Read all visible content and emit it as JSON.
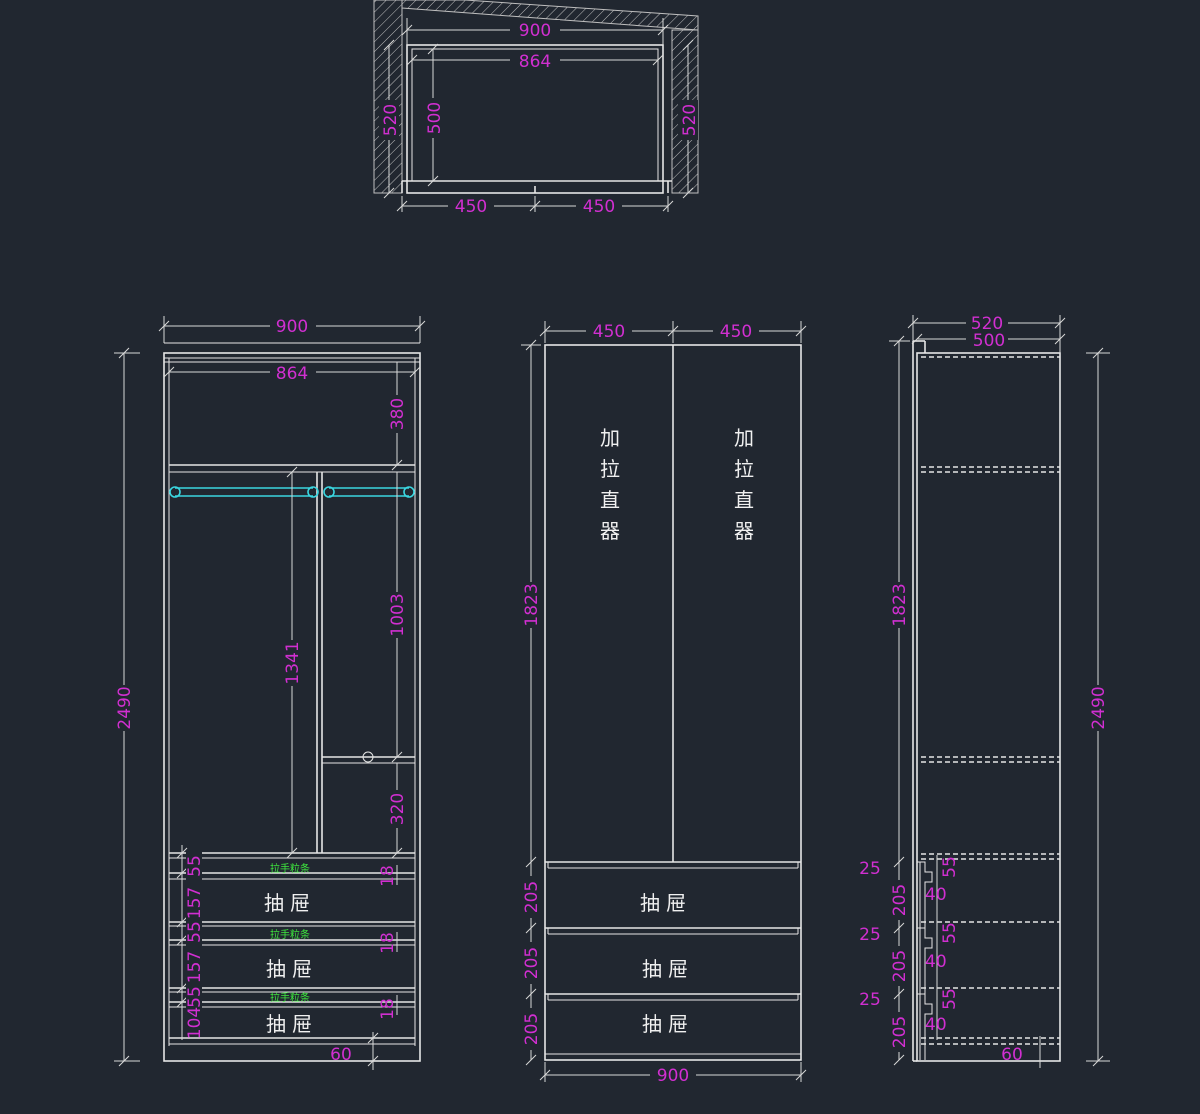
{
  "plan": {
    "overall_width": "900",
    "inner_width": "864",
    "depth_left": "520",
    "inner_depth": "500",
    "depth_right": "520",
    "door_left": "450",
    "door_right": "450"
  },
  "interior": {
    "overall_width": "900",
    "inner_width": "864",
    "total_height": "2490",
    "top_compartment": "380",
    "left_hanging": "1341",
    "right_hanging": "1003",
    "right_lower": "320",
    "handle_strip": "拉手粒条",
    "drawer_label": "抽屉",
    "drawer_h1": "157",
    "drawer_h2": "157",
    "drawer_h3": "104",
    "strip_h1": "55",
    "strip_h2": "55",
    "strip_h3": "55",
    "panel_18": "18",
    "bottom_60": "60"
  },
  "front": {
    "door_left": "450",
    "door_right": "450",
    "overall_width": "900",
    "door_height": "1823",
    "drawer_front": "205",
    "door_note": "加拉直器",
    "drawer_label": "抽屉"
  },
  "side": {
    "overall_depth": "520",
    "inner_depth": "500",
    "door_height": "1823",
    "total_height": "2490",
    "drawer_front": "205",
    "gap_25": "25",
    "rail_55": "55",
    "rail_40": "40",
    "bottom_60": "60"
  }
}
